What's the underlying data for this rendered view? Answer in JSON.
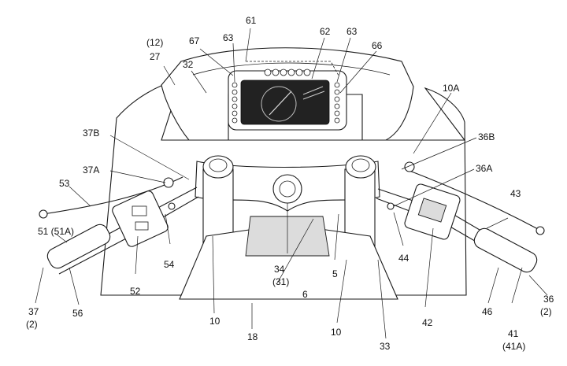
{
  "labels": {
    "l61": "61",
    "l62": "62",
    "l63a": "63",
    "l63b": "63",
    "l66": "66",
    "l67": "67",
    "l12": "(12)",
    "l27": "27",
    "l32": "32",
    "l10A": "10A",
    "l37B": "37B",
    "l37A": "37A",
    "l36B": "36B",
    "l36A": "36A",
    "l53": "53",
    "l43": "43",
    "l51": "51 (51A)",
    "l54": "54",
    "l44": "44",
    "l34": "34",
    "l31": "(31)",
    "l5": "5",
    "l6": "6",
    "l52": "52",
    "l42": "42",
    "l37": "37",
    "l2a": "(2)",
    "l56": "56",
    "l10a": "10",
    "l10b": "10",
    "l18": "18",
    "l33": "33",
    "l46": "46",
    "l41": "41",
    "l41A": "(41A)",
    "l36": "36",
    "l2b": "(2)"
  }
}
